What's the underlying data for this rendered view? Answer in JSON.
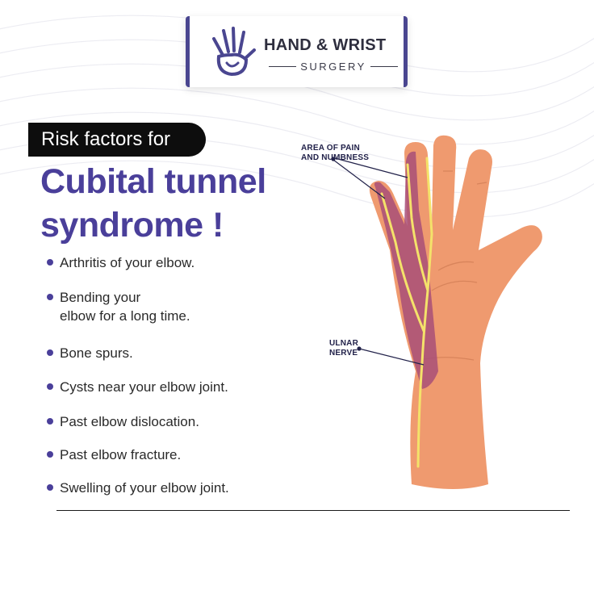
{
  "logo": {
    "title": "HAND & WRIST",
    "subtitle": "SURGERY",
    "brand_color": "#4a4690"
  },
  "headline": {
    "pill_text": "Risk factors for",
    "line1": "Cubital tunnel",
    "line2": "syndrome !",
    "color": "#4a3f9a"
  },
  "risk_factors": [
    {
      "line1": "Arthritis of your elbow.",
      "line2": ""
    },
    {
      "line1": "Bending your",
      "line2": "elbow for a long time."
    },
    {
      "line1": "Bone spurs.",
      "line2": ""
    },
    {
      "line1": "Cysts near your elbow joint.",
      "line2": ""
    },
    {
      "line1": "Past elbow dislocation.",
      "line2": ""
    },
    {
      "line1": "Past elbow fracture.",
      "line2": ""
    },
    {
      "line1": "Swelling of your elbow joint.",
      "line2": ""
    }
  ],
  "illustration": {
    "label_pain_line1": "AREA OF PAIN",
    "label_pain_line2": "AND NUMBNESS",
    "label_nerve_line1": "ULNAR",
    "label_nerve_line2": "NERVE",
    "skin_color": "#ef9a6f",
    "affected_area_color": "#a84f78",
    "nerve_color": "#f4e26a"
  }
}
